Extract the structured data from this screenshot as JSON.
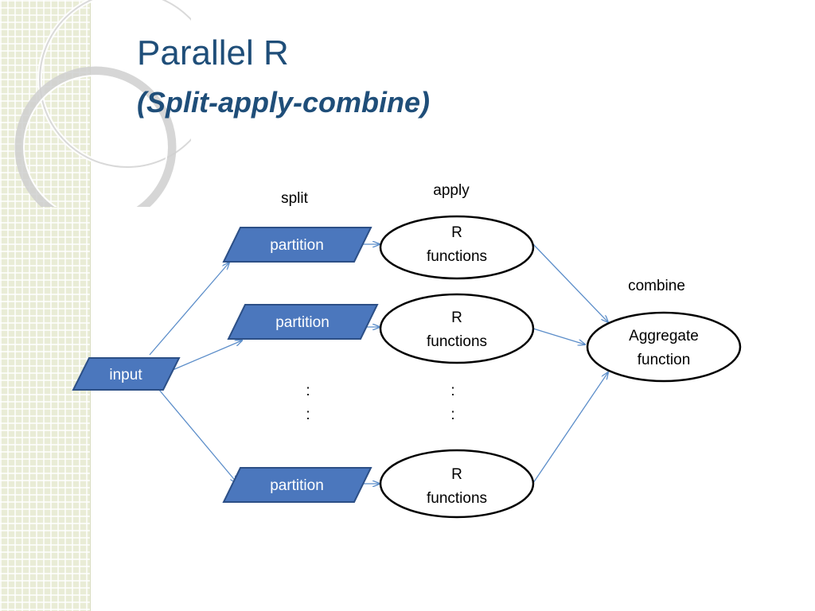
{
  "slide": {
    "title": "Parallel R",
    "subtitle": "(Split-apply-combine)"
  },
  "diagram": {
    "stage_labels": {
      "split": "split",
      "apply": "apply",
      "combine": "combine"
    },
    "input": {
      "label": "input"
    },
    "partitions": [
      {
        "label": "partition"
      },
      {
        "label": "partition"
      },
      {
        "label": "partition"
      }
    ],
    "functions": [
      {
        "line1": "R",
        "line2": "functions"
      },
      {
        "line1": "R",
        "line2": "functions"
      },
      {
        "line1": "R",
        "line2": "functions"
      }
    ],
    "aggregate": {
      "line1": "Aggregate",
      "line2": "function"
    },
    "ellipsis": ":",
    "colors": {
      "title": "#1f4e79",
      "shape_fill": "#4b77bd",
      "connector": "#5b8dc9"
    }
  }
}
